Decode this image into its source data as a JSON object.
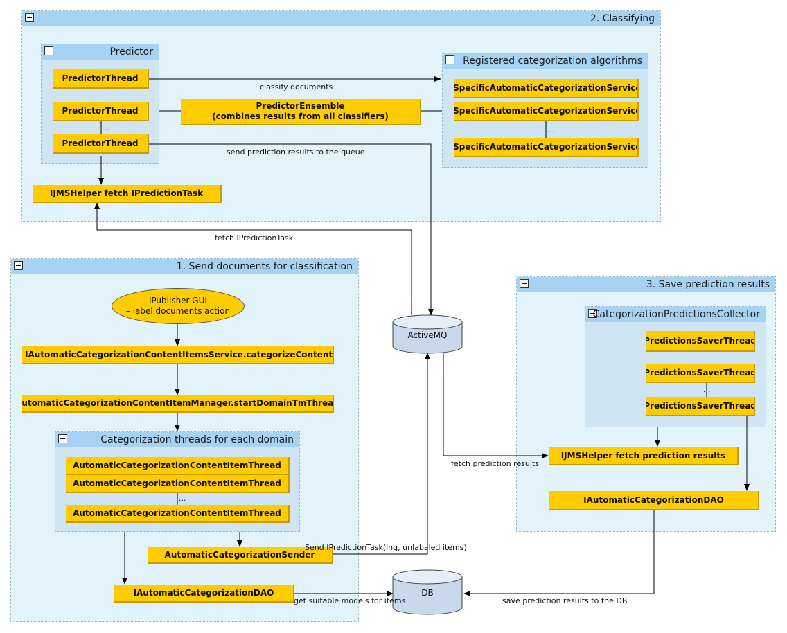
{
  "groups": {
    "classifying": "2. Classifying",
    "predictor": "Predictor",
    "registered": "Registered categorization algorithms",
    "send": "1. Send documents for classification",
    "threads": "Categorization threads for each domain",
    "save": "3. Save prediction results",
    "collector": "CategorizationPredictionsCollector"
  },
  "nodes": {
    "predictor_thread_1": "PredictorThread",
    "predictor_thread_2": "PredictorThread",
    "predictor_thread_3": "PredictorThread",
    "predictor_ensemble_line1": "PredictorEnsemble",
    "predictor_ensemble_line2": "(combines results from all classifiers)",
    "service_1": "ISpecificAutomaticCategorizationService",
    "service_2": "ISpecificAutomaticCategorizationService",
    "service_3": "ISpecificAutomaticCategorizationService",
    "jms_fetch_task": "IJMSHelper fetch IPredictionTask",
    "gui_line1": "iPublisher GUI",
    "gui_line2": "– label documents action",
    "categorize_items": "IAutomaticCategorizationContentItemsService.categorizeContentItems",
    "manager_start": "AutomaticCategorizationContentItemManager.startDomainTmThread",
    "item_thread_1": "AutomaticCategorizationContentItemThread",
    "item_thread_2": "AutomaticCategorizationContentItemThread",
    "item_thread_3": "AutomaticCategorizationContentItemThread",
    "sender": "AutomaticCategorizationSender",
    "dao_left": "IAutomaticCategorizationDAO",
    "activemq": "ActiveMQ",
    "db": "DB",
    "saver_thread_1": "PredictionsSaverThread",
    "saver_thread_2": "PredictionsSaverThread",
    "saver_thread_3": "PredictionsSaverThread",
    "jms_fetch_results": "IJMSHelper fetch prediction results",
    "dao_right": "IAutomaticCategorizationDAO",
    "ellipsis": "..."
  },
  "edges": {
    "classify_documents": "classify documents",
    "send_prediction_results": "send prediction results to the queue",
    "fetch_task": "fetch IPredictionTask",
    "send_task": "Send IPredictionTask(lng, unlabaled items)",
    "get_models": "get suitable models for items",
    "fetch_results": "fetch prediction results",
    "save_results": "save prediction results to the DB"
  },
  "colors": {
    "node_fill": "#ffcc00",
    "group_fill": "#e3f3fc",
    "inner_group_fill": "#cfe5f3",
    "group_header": "#a6d2f3"
  }
}
